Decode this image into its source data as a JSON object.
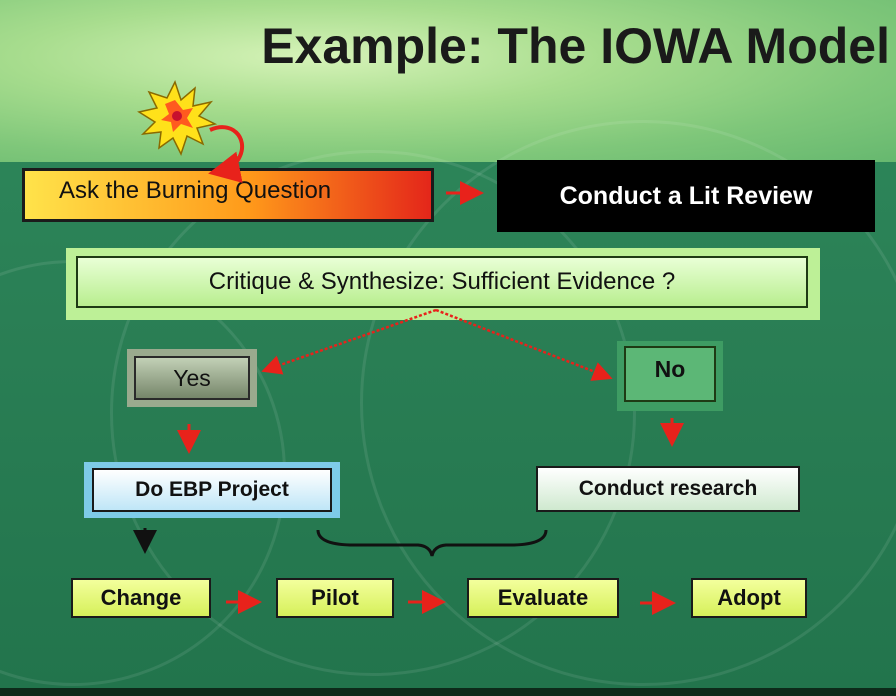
{
  "title": "Example: The IOWA Model",
  "boxes": {
    "burning_question": "Ask the Burning Question",
    "lit_review": "Conduct a Lit Review",
    "critique": "Critique & Synthesize:  Sufficient Evidence ?",
    "yes": "Yes",
    "no": "No",
    "ebp_project": "Do EBP Project",
    "conduct_research": "Conduct research",
    "change": "Change",
    "pilot": "Pilot",
    "evaluate": "Evaluate",
    "adopt": "Adopt"
  },
  "icons": {
    "starburst": "starburst-icon",
    "flow_arrow": "arrow-right-icon",
    "bracket": "curly-brace-icon"
  },
  "colors": {
    "arrow": "#e8221b",
    "background": "#2a7f55",
    "lit_review_fill": "#000000",
    "step_fill": "#e4f77a"
  }
}
